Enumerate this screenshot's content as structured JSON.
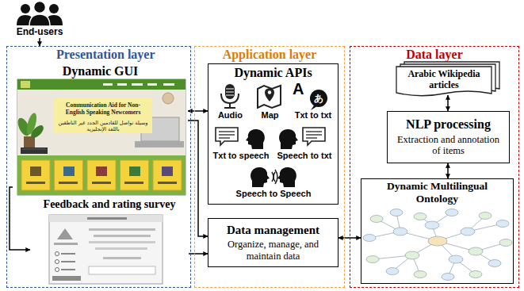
{
  "diagram": {
    "nodes": [
      {
        "text": [
          "End-users"
        ]
      },
      {
        "text": [
          "Presentation layer"
        ]
      },
      {
        "text": [
          "Dynamic GUI"
        ],
        "in": 1
      },
      {
        "text": [
          "Feedback and rating survey"
        ],
        "in": 1
      },
      {
        "text": [
          "Application layer"
        ]
      },
      {
        "text": [
          "Dynamic APIs"
        ],
        "in": 4
      },
      {
        "text": [
          "Audio"
        ],
        "in": 5
      },
      {
        "text": [
          "Map"
        ],
        "in": 5
      },
      {
        "text": [
          "Txt to txt"
        ],
        "in": 5
      },
      {
        "text": [
          "Txt to speech"
        ],
        "in": 5
      },
      {
        "text": [
          "Speech to txt"
        ],
        "in": 5
      },
      {
        "text": [
          "Speech to Speech"
        ],
        "in": 5
      },
      {
        "text": [
          "Data management",
          "Organize, manage, and maintain data"
        ],
        "in": 4
      },
      {
        "text": [
          "Data layer"
        ]
      },
      {
        "text": [
          "Arabic Wikipedia articles"
        ],
        "in": 13
      },
      {
        "text": [
          "NLP processing",
          "Extraction and annotation of items"
        ],
        "in": 13
      },
      {
        "text": [
          "Dynamic Multilingual Ontology"
        ],
        "in": 13
      }
    ],
    "edges": [
      {
        "from": 0,
        "to": 1,
        "arrow": "to"
      },
      {
        "from": 2,
        "to": 5,
        "arrow": "both"
      },
      {
        "from": 2,
        "to": 3,
        "arrow": "to"
      },
      {
        "from": 3,
        "to": 12,
        "arrow": "to"
      },
      {
        "from": 2,
        "to": 12,
        "arrow": "to"
      },
      {
        "from": 12,
        "to": 16,
        "arrow": "both"
      },
      {
        "from": 14,
        "to": 15,
        "arrow": "both"
      },
      {
        "from": 15,
        "to": 16,
        "arrow": "both"
      }
    ],
    "labels": [
      "Communication Aid for Non-English Speaking Newcomers",
      "وسيلة تواصل للقادمين الجدد غير الناطقين باللغة الإنجليزية",
      "A",
      "あ"
    ]
  }
}
